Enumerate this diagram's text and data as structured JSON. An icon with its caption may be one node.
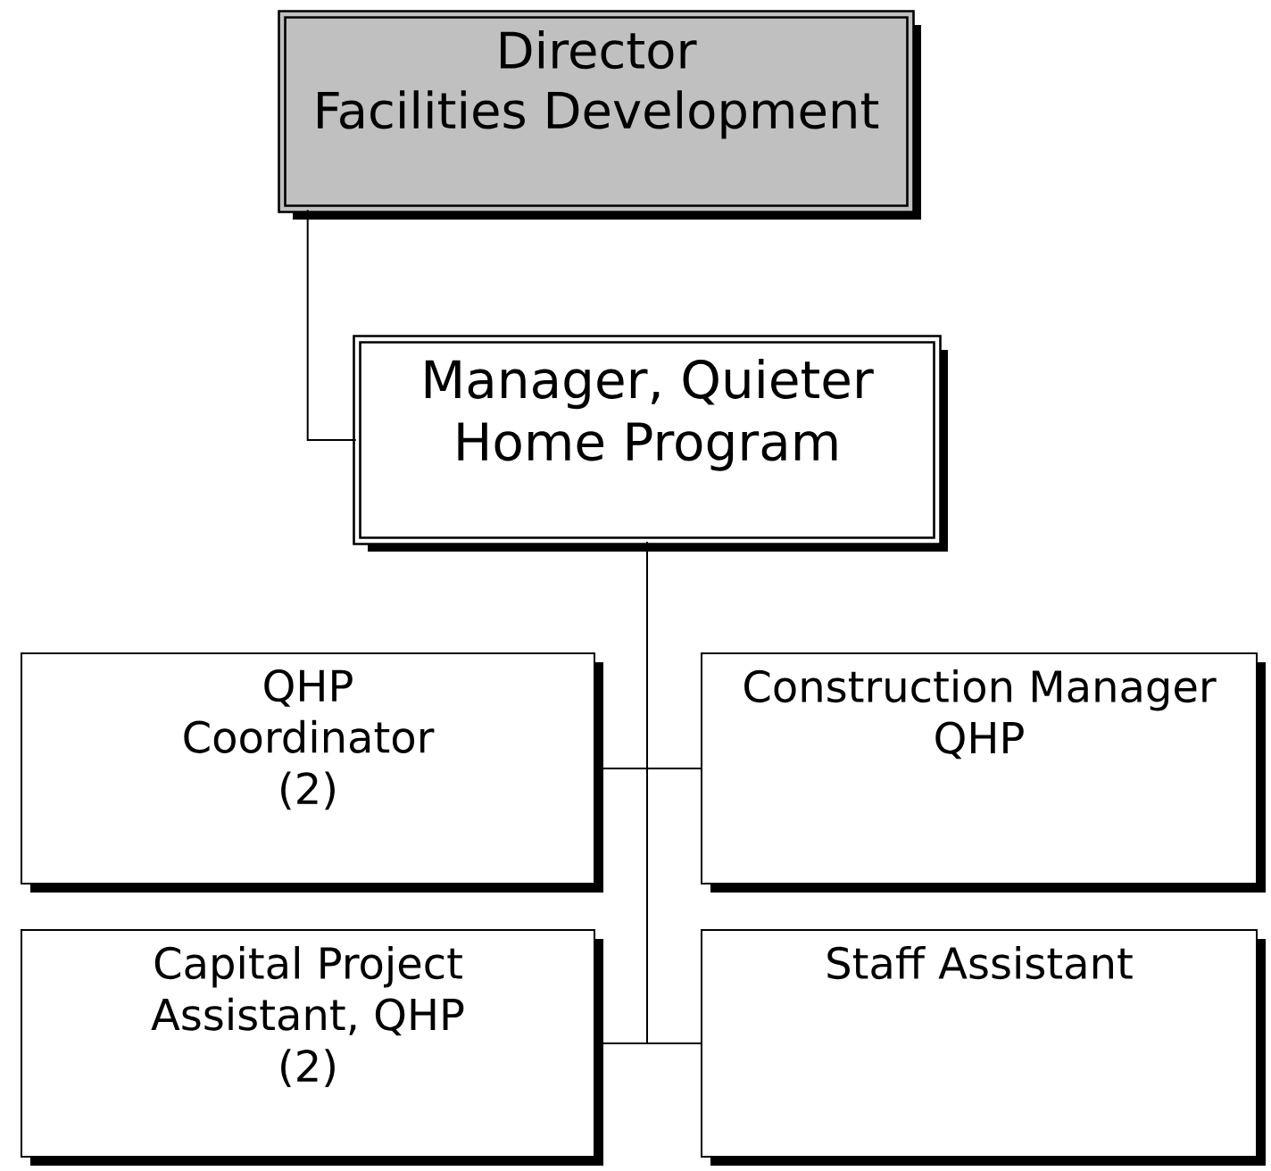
{
  "diagram": {
    "nodes": [
      {
        "text": [
          "Director",
          "Facilities Development"
        ]
      },
      {
        "text": [
          "Manager, Quieter Home Program"
        ]
      },
      {
        "text": [
          "QHP Coordinator",
          "(2)"
        ]
      },
      {
        "text": [
          "Construction Manager QHP"
        ]
      },
      {
        "text": [
          "Capital Project Assistant, QHP",
          "(2)"
        ]
      },
      {
        "text": [
          "Staff Assistant"
        ]
      }
    ],
    "edges": [
      {
        "from": 0,
        "to": 1,
        "arrow": "none"
      },
      {
        "from": 1,
        "to": 2,
        "arrow": "none"
      },
      {
        "from": 1,
        "to": 3,
        "arrow": "none"
      },
      {
        "from": 1,
        "to": 4,
        "arrow": "none"
      },
      {
        "from": 1,
        "to": 5,
        "arrow": "none"
      }
    ]
  }
}
